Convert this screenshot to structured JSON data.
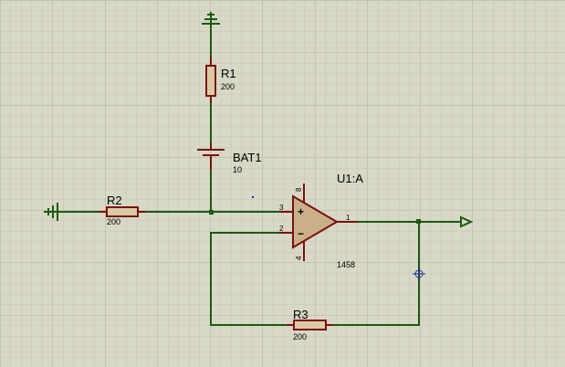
{
  "colors": {
    "background": "#d8d8c6",
    "grid_minor": "#c6c6b2",
    "grid_major": "#b0b09c",
    "wire": "#1c5a12",
    "component_stroke": "#7a1010",
    "component_fill": "#dccaa6",
    "opamp_fill": "#c9b08a",
    "junction": "#1c5a12",
    "cursor": "#1f2f9a"
  },
  "icons": {
    "ground_top": "ground-icon",
    "ground_left": "ground-icon",
    "output_terminal": "output-terminal-icon",
    "crosshair": "crosshair-cursor-icon"
  },
  "components": {
    "r1": {
      "ref": "R1",
      "value": "200"
    },
    "bat1": {
      "ref": "BAT1",
      "value": "10"
    },
    "r2": {
      "ref": "R2",
      "value": "200"
    },
    "r3": {
      "ref": "R3",
      "value": "200"
    },
    "u1": {
      "ref": "U1:A",
      "value": "1458",
      "pins": {
        "non_inverting": "3",
        "inverting": "2",
        "output": "1",
        "v_pos": "8",
        "v_neg": "4"
      },
      "signs": {
        "plus": "+",
        "minus": "−"
      }
    }
  }
}
